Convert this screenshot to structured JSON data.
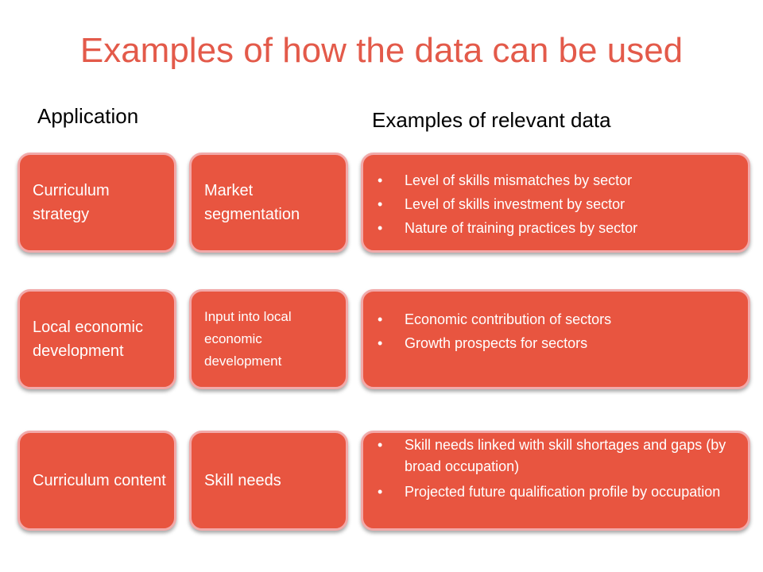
{
  "title": "Examples of how the data can be used",
  "headers": {
    "application": "Application",
    "examples": "Examples of relevant data"
  },
  "rows": [
    {
      "application": "Curriculum strategy",
      "focus": "Market segmentation",
      "data": [
        "Level of skills mismatches by sector",
        "Level of skills investment by sector",
        "Nature of training practices by sector"
      ]
    },
    {
      "application": "Local economic development",
      "focus": "Input into local economic development",
      "data": [
        "Economic contribution of sectors",
        "Growth prospects for sectors"
      ]
    },
    {
      "application": "Curriculum content",
      "focus": "Skill needs",
      "data": [
        "Skill needs linked with skill shortages and gaps (by broad occupation)",
        "Projected future qualification profile by occupation"
      ]
    }
  ],
  "colors": {
    "title": "#e35a4a",
    "box_fill": "#e85540",
    "box_border": "#f2a9a9",
    "box_text": "#ffffff"
  }
}
